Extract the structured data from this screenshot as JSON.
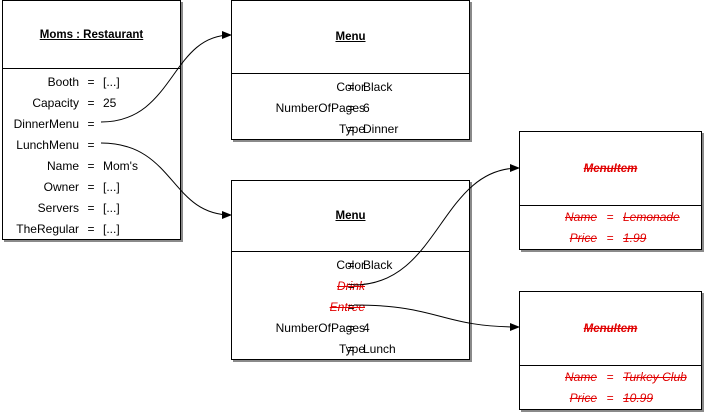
{
  "objects": {
    "moms": {
      "title": "Moms : Restaurant",
      "props": [
        {
          "name": "Booth",
          "eq": "=",
          "value": "[...]"
        },
        {
          "name": "Capacity",
          "eq": "=",
          "value": "25"
        },
        {
          "name": "DinnerMenu",
          "eq": "=",
          "value": ""
        },
        {
          "name": "LunchMenu",
          "eq": "=",
          "value": ""
        },
        {
          "name": "Name",
          "eq": "=",
          "value": "Mom's"
        },
        {
          "name": "Owner",
          "eq": "=",
          "value": "[...]"
        },
        {
          "name": "Servers",
          "eq": "=",
          "value": "[...]"
        },
        {
          "name": "TheRegular",
          "eq": "=",
          "value": "[...]"
        }
      ]
    },
    "menu_dinner": {
      "title": "Menu",
      "props": [
        {
          "name": "Color",
          "eq": "=",
          "value": "Black"
        },
        {
          "name": "NumberOfPages",
          "eq": "=",
          "value": "6"
        },
        {
          "name": "Type",
          "eq": "=",
          "value": "Dinner"
        }
      ]
    },
    "menu_lunch": {
      "title": "Menu",
      "props": [
        {
          "name": "Color",
          "eq": "=",
          "value": "Black"
        },
        {
          "name": "Drink",
          "eq": "=",
          "value": ""
        },
        {
          "name": "Entree",
          "eq": "=",
          "value": ""
        },
        {
          "name": "NumberOfPages",
          "eq": "=",
          "value": "4"
        },
        {
          "name": "Type",
          "eq": "=",
          "value": "Lunch"
        }
      ]
    },
    "menuitem_drink": {
      "title": "MenuItem",
      "props": [
        {
          "name": "Name",
          "eq": "=",
          "value": "Lemonade"
        },
        {
          "name": "Price",
          "eq": "=",
          "value": "1.99"
        }
      ]
    },
    "menuitem_entree": {
      "title": "MenuItem",
      "props": [
        {
          "name": "Name",
          "eq": "=",
          "value": "Turkey Club"
        },
        {
          "name": "Price",
          "eq": "=",
          "value": "10.99"
        }
      ]
    }
  },
  "colors": {
    "line": "#000000",
    "removed": "#e00000",
    "shadow": "#8a8a8a"
  }
}
